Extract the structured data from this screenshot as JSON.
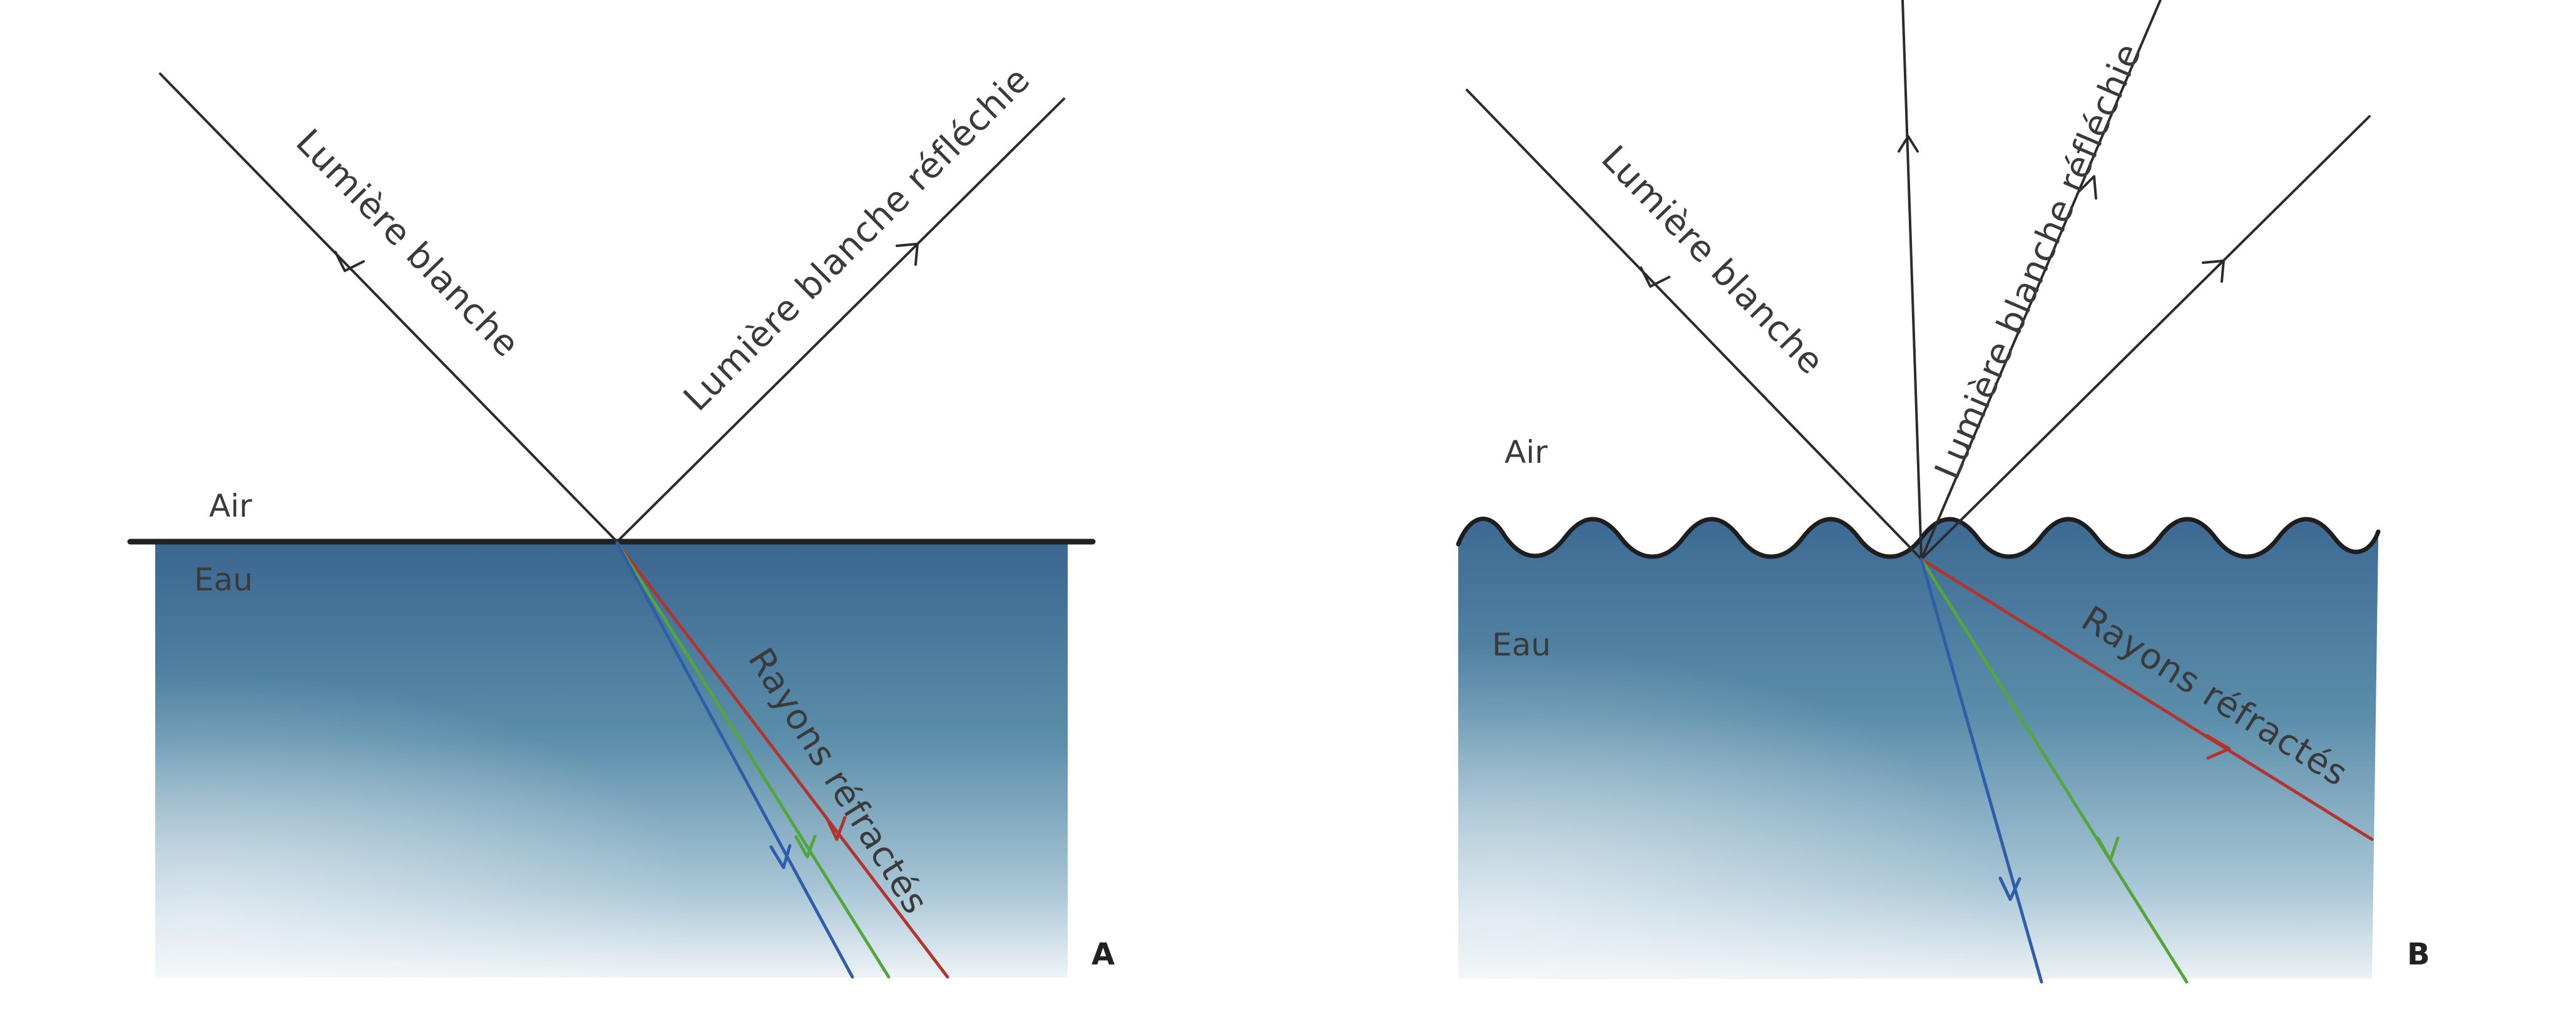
{
  "panel_a": {
    "corner_label": "A",
    "air_label": "Air",
    "water_label": "Eau",
    "incident_label": "Lumière blanche",
    "reflected_label": "Lumière blanche réfléchie",
    "refracted_label": "Rayons réfractés"
  },
  "panel_b": {
    "corner_label": "B",
    "air_label": "Air",
    "water_label": "Eau",
    "incident_label": "Lumière blanche",
    "reflected_label": "Lumière blanche réfléchie",
    "refracted_label": "Rayons réfractés"
  },
  "colors": {
    "line": "#2b2b2b",
    "water_top": "#3a6690",
    "water_mid": "#5b8eaa",
    "water_bottom": "#eef3f6",
    "ray_red": "#b3342e",
    "ray_green": "#52a63c",
    "ray_blue": "#2e5eaa"
  }
}
